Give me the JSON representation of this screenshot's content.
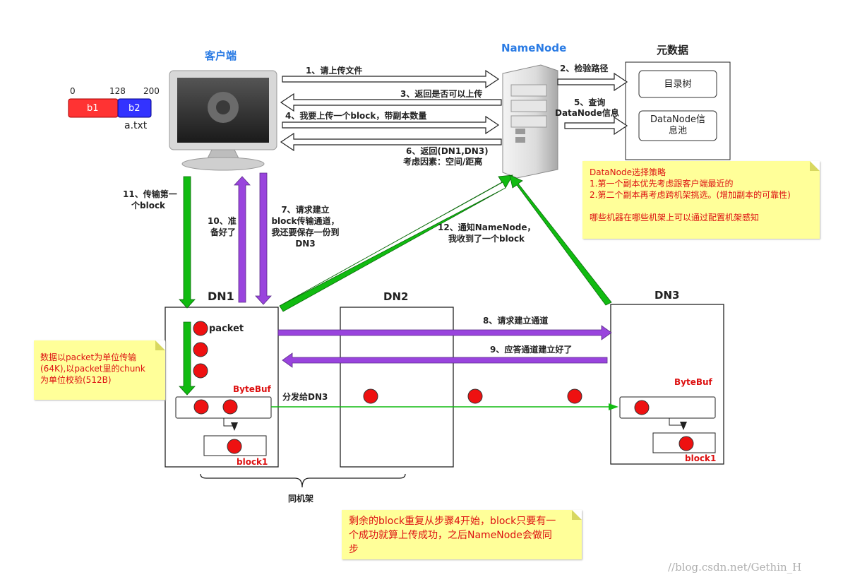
{
  "titles": {
    "client": "客户端",
    "namenode": "NameNode",
    "metadata": "元数据",
    "dn1": "DN1",
    "dn2": "DN2",
    "dn3": "DN3",
    "same_rack": "同机架"
  },
  "file": {
    "ticks": [
      "0",
      "128",
      "200"
    ],
    "blocks": [
      "b1",
      "b2"
    ],
    "name": "a.txt",
    "block_colors": [
      "#ff3333",
      "#3333ff"
    ]
  },
  "metadata_boxes": [
    "目录树",
    "DataNode信\n息池"
  ],
  "steps": {
    "s1": "1、请上传文件",
    "s2": "2、检验路径",
    "s3": "3、返回是否可以上传",
    "s4": "4、我要上传一个block，带副本数量",
    "s5a": "5、查询",
    "s5b": "DataNode信息",
    "s6a": "6、返回(DN1,DN3)",
    "s6b": "考虑因素：空间/距离",
    "s7a": "7、请求建立",
    "s7b": "block传输通道，",
    "s7c": "我还要保存一份到",
    "s7d": "DN3",
    "s8": "8、请求建立通道",
    "s9": "9、应答通道建立好了",
    "s10a": "10、准",
    "s10b": "备好了",
    "s11a": "11、传输第一",
    "s11b": "个block",
    "s12a": "12、通知NameNode，",
    "s12b": "我收到了一个block",
    "forward": "分发给DN3"
  },
  "dn_labels": {
    "packet": "packet",
    "bytebuf": "ByteBuf",
    "block1": "block1"
  },
  "notes": {
    "strategy": [
      "DataNode选择策略",
      "1.第一个副本优先考虑跟客户端最近的",
      "2.第二个副本再考虑跨机架挑选。(增加副本的可靠性)",
      "",
      "哪些机器在哪些机架上可以通过配置机架感知"
    ],
    "packet": [
      "数据以packet为单位传输",
      "(64K),以packet里的chunk",
      "为单位校验(512B)"
    ],
    "repeat": [
      "剩余的block重复从步骤4开始，block只要有一",
      "个成功就算上传成功，之后NameNode会做同",
      "步"
    ]
  },
  "watermark": "//blog.csdn.net/Gethin_H",
  "colors": {
    "green_arrow": "#11bb11",
    "purple_arrow": "#9944dd",
    "red_text": "#dd1111",
    "note_bg": "#ffff99",
    "packet_dot": "#ee1111"
  }
}
